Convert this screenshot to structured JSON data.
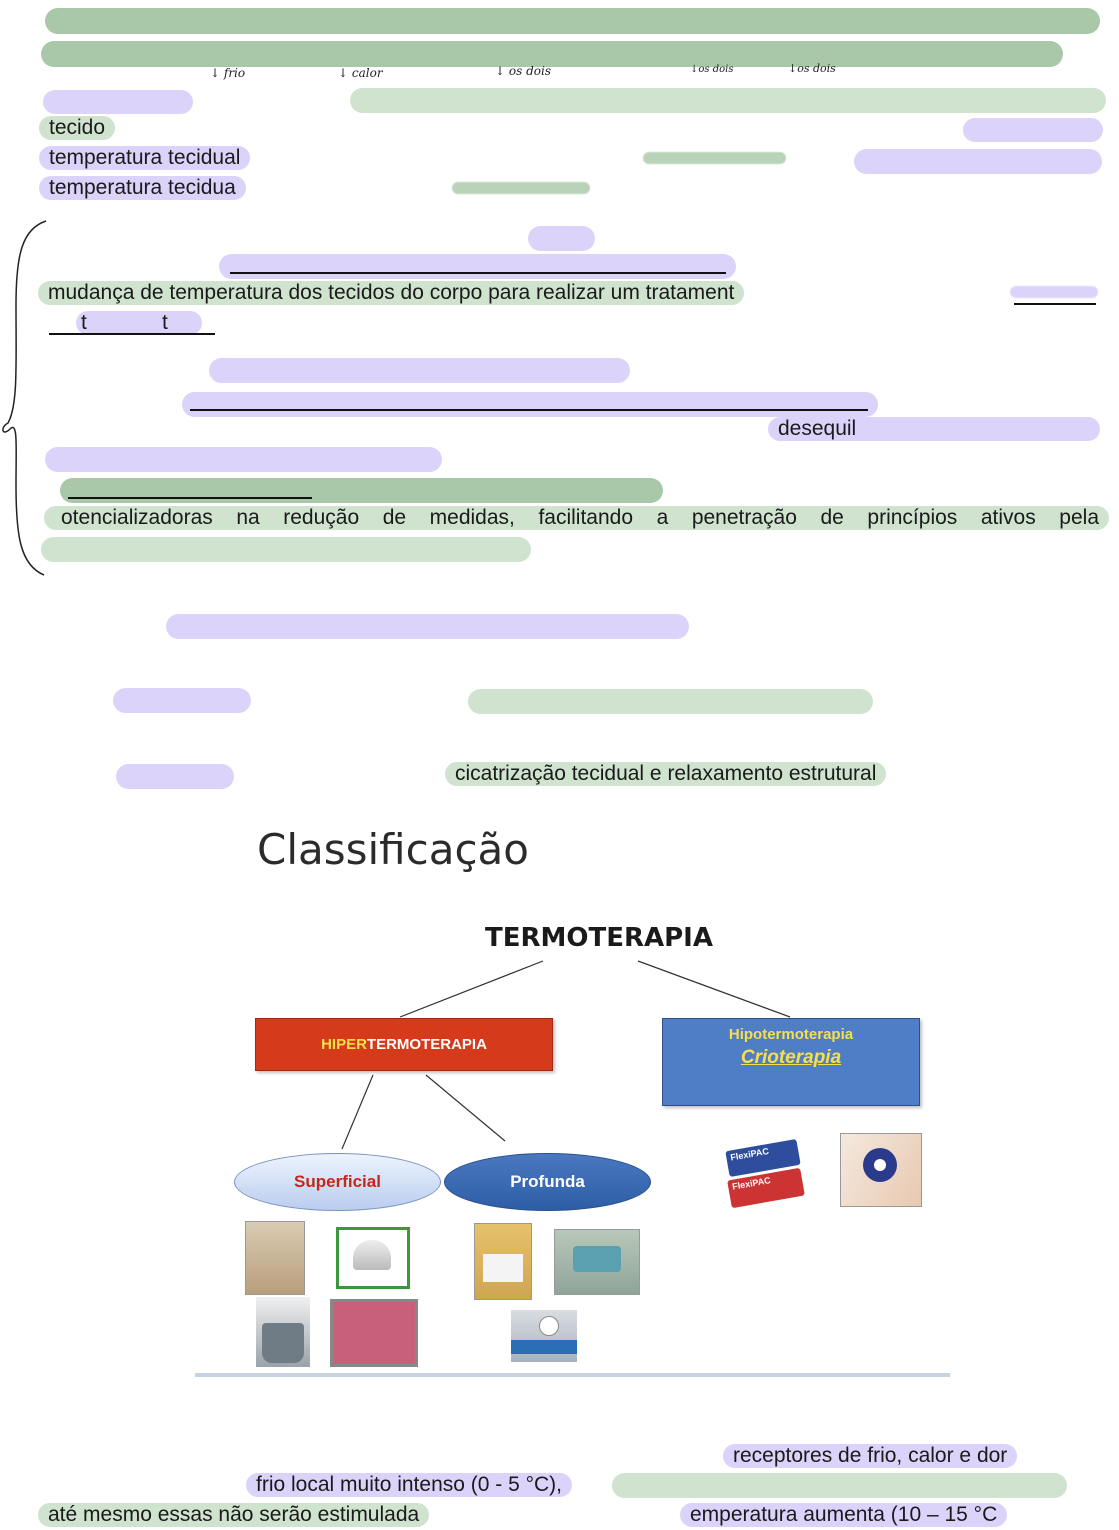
{
  "handwritten_notes": [
    "frio",
    "calor",
    "os dois",
    "os dois",
    "os dois"
  ],
  "text": {
    "tecido": "tecido",
    "temperatura_tecidual": "temperatura tecidual",
    "temperatura_tecidua": "temperatura tecidua",
    "mudanca": "mudança de temperatura dos tecidos do corpo para realizar um tratament",
    "t1": "t",
    "t2": "t",
    "desequil": "desequil",
    "otencializadoras": "otencializadoras na redução de medidas, facilitando a penetração de princípios ativos pela",
    "cicatrizacao": "cicatrização tecidual e relaxamento estrutural",
    "receptores": "receptores de frio, calor e dor",
    "frio_local": "frio local muito intenso (0 - 5 °C),",
    "ate_mesmo": "até mesmo essas não serão estimulada",
    "emperatura": "emperatura aumenta (10 – 15 °C"
  },
  "figure": {
    "title": "Classificação",
    "root": "TERMOTERAPIA",
    "hiper_prefix": "HIPER",
    "hiper_suffix": "TERMOTERAPIA",
    "hipo_line1": "Hipotermoterapia",
    "hipo_line2": "Crioterapia",
    "superficial": "Superficial",
    "profunda": "Profunda",
    "ice_pack_label": "FlexiPAC"
  },
  "colors": {
    "highlight_green": "#cfe3cf",
    "highlight_purple": "#dcd3fb",
    "hiper_box": "#d53a1a",
    "hipo_box": "#4f7ec7"
  }
}
